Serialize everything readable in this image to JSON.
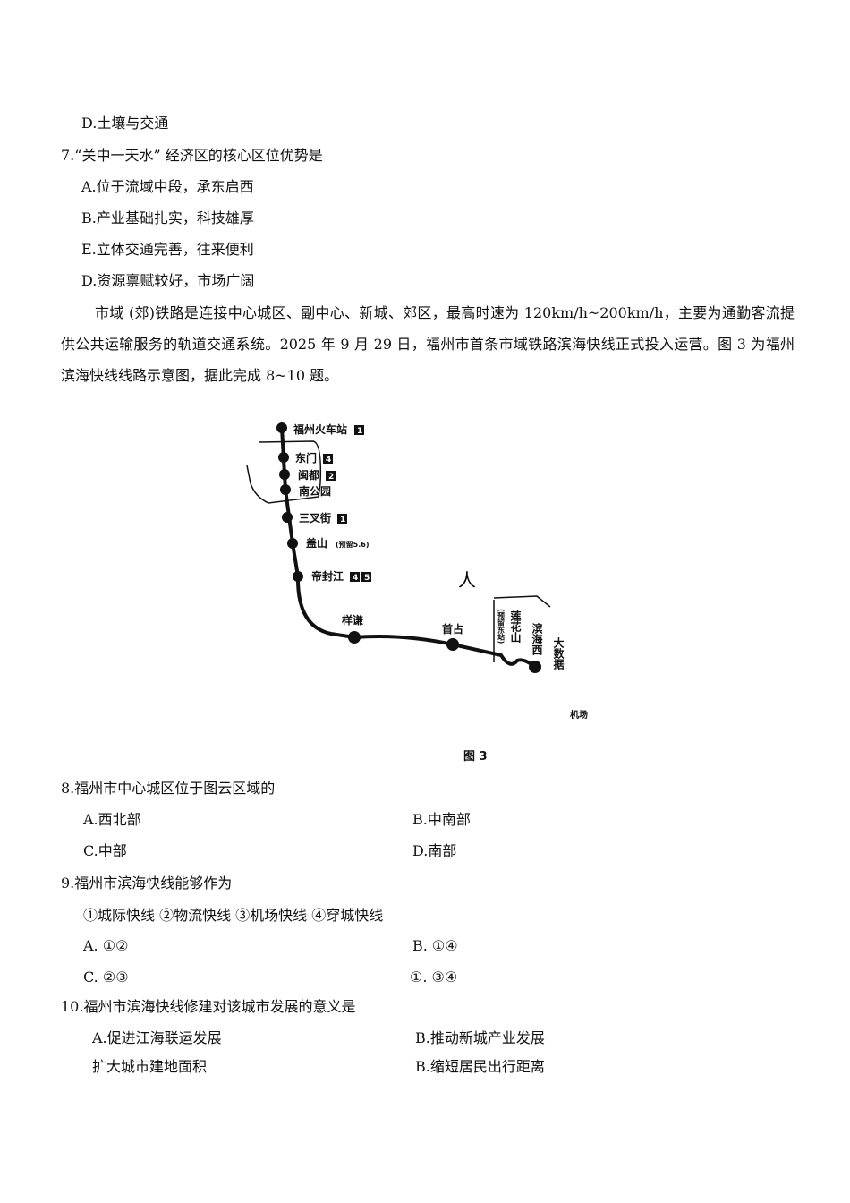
{
  "q6": {
    "option_d": "D.土壤与交通"
  },
  "q7": {
    "stem": "7.“关中一天水” 经济区的核心区位优势是",
    "options": [
      "A.位于流域中段，承东启西",
      "B.产业基础扎实，科技雄厚",
      "E.立体交通完善，往来便利",
      "D.资源禀赋较好，市场广阔"
    ]
  },
  "passage": "市域 (郊)铁路是连接中心城区、副中心、新城、郊区，最高时速为 120km/h~200km/h，主要为通勤客流提供公共运输服务的轨道交通系统。2025 年 9 月 29 日，福州市首条市域铁路滨海快线正式投入运营。图 3 为福州滨海快线线路示意图，据此完成 8~10 题。",
  "figure": {
    "caption": "图 3",
    "stations": [
      {
        "name": "福州火车站",
        "lines": [
          "1"
        ]
      },
      {
        "name": "东门",
        "lines": [
          "4"
        ]
      },
      {
        "name": "闽都",
        "lines": [
          "2"
        ]
      },
      {
        "name": "南公园",
        "lines": []
      },
      {
        "name": "三叉街",
        "lines": [
          "1"
        ]
      },
      {
        "name": "盖山",
        "note": "(预留5.6)"
      },
      {
        "name": "帝封江",
        "lines": [
          "4",
          "5"
        ]
      },
      {
        "name": "样谦"
      },
      {
        "name": "首占"
      },
      {
        "name": "莲花山"
      },
      {
        "name": "滨海西"
      },
      {
        "name": "大数据"
      }
    ],
    "side_label": "(预留东站)",
    "marker_char": "人",
    "airport_label": "机场"
  },
  "q8": {
    "stem": "8.福州市中心城区位于图云区域的",
    "options": [
      "A.西北部",
      "B.中南部",
      "C.中部",
      "D.南部"
    ]
  },
  "q9": {
    "stem": "9.福州市滨海快线能够作为",
    "items": "①城际快线  ②物流快线  ③机场快线  ④穿城快线",
    "options": [
      "A. ①②",
      "B. ①④",
      "C. ②③",
      "①. ③④"
    ]
  },
  "q10": {
    "stem": "10.福州市滨海快线修建对该城市发展的意义是",
    "options": [
      "A.促进江海联运发展",
      "B.推动新城产业发展",
      "扩大城市建地面积",
      "B.缩短居民出行距离"
    ]
  }
}
